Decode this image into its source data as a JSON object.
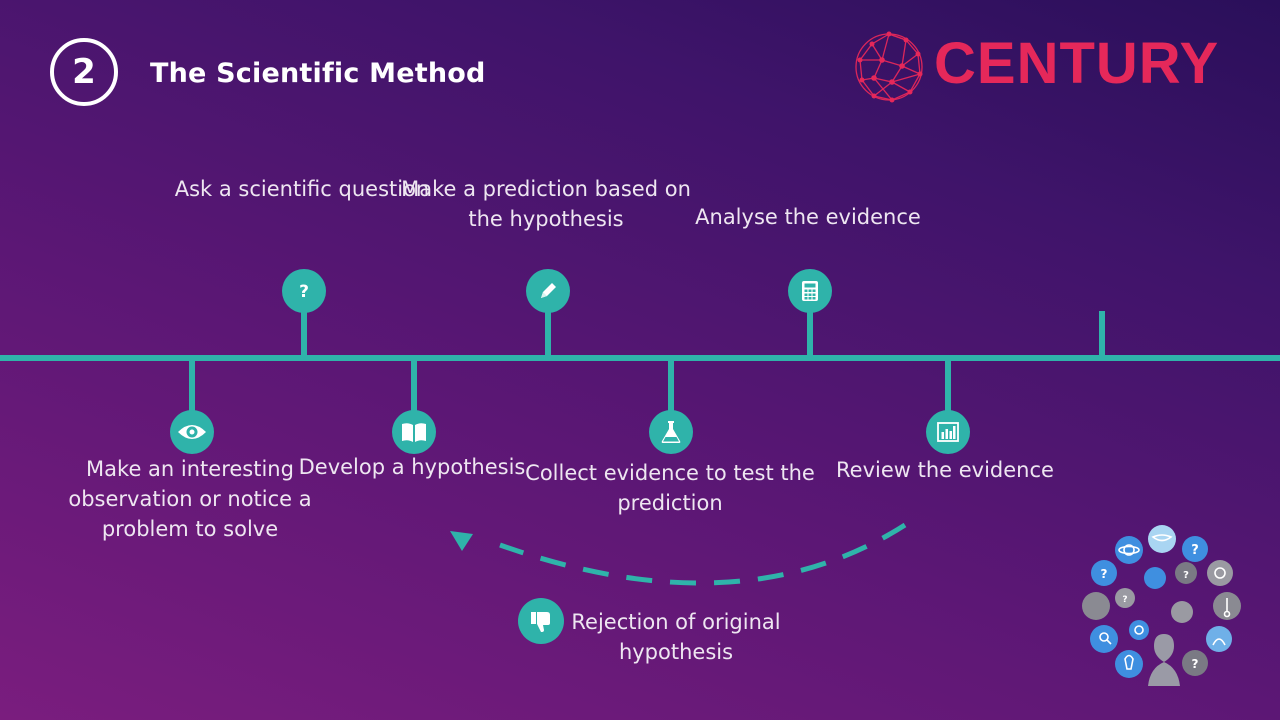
{
  "header": {
    "step_number": "2",
    "title": "The Scientific Method",
    "brand": "CENTURY"
  },
  "colors": {
    "accent": "#2fb3aa",
    "brand": "#e5285a",
    "background": "#5c1775"
  },
  "steps_above": [
    {
      "label": "Ask a scientific question",
      "icon": "question-icon"
    },
    {
      "label": "Make a prediction based on the hypothesis",
      "icon": "pencil-icon"
    },
    {
      "label": "Analyse the evidence",
      "icon": "calculator-icon"
    }
  ],
  "steps_below": [
    {
      "label": "Make an interesting observation or notice a problem to solve",
      "icon": "eye-icon"
    },
    {
      "label": "Develop a hypothesis",
      "icon": "book-icon"
    },
    {
      "label": "Collect evidence to test the prediction",
      "icon": "flask-icon"
    },
    {
      "label": "Review the evidence",
      "icon": "bar-chart-icon"
    }
  ],
  "feedback": {
    "label": "Rejection of original hypothesis",
    "icon": "thumbs-down-icon"
  }
}
